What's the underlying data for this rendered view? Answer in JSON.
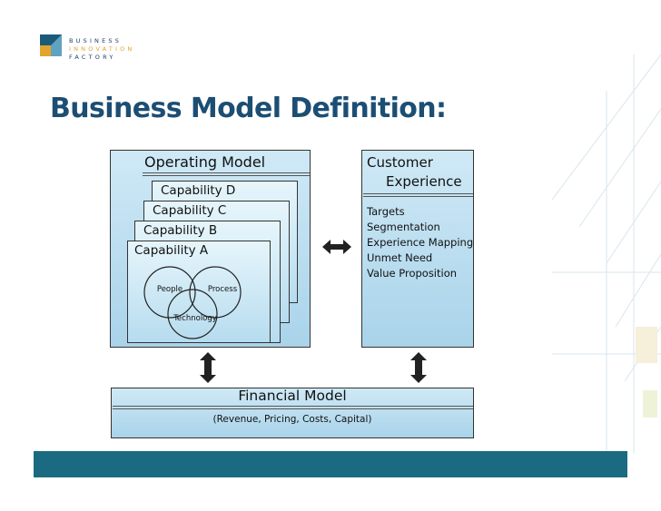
{
  "logo": {
    "line1": "BUSINESS",
    "line2": "INNOVATION",
    "line3": "FACTORY"
  },
  "title": "Business Model Definition:",
  "operating_model": {
    "title": "Operating Model",
    "capabilities": [
      "Capability D",
      "Capability C",
      "Capability B",
      "Capability A"
    ],
    "venn": [
      "People",
      "Process",
      "Technology"
    ]
  },
  "customer_experience": {
    "title_line1": "Customer",
    "title_line2": "Experience",
    "items": [
      "Targets",
      "Segmentation",
      "Experience Mapping",
      "Unmet Need",
      "Value Proposition"
    ]
  },
  "financial_model": {
    "title": "Financial Model",
    "subtitle": "(Revenue, Pricing, Costs, Capital)"
  },
  "colors": {
    "title": "#1c4e74",
    "box_fill": "#a9d3ea",
    "footer": "#1a6b82",
    "logo_accent": "#e2a42c"
  }
}
